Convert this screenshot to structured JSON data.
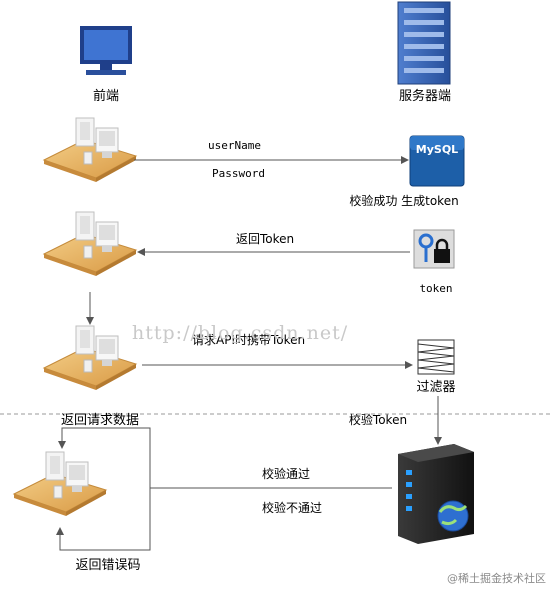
{
  "labels": {
    "frontend": "前端",
    "server": "服务器端",
    "username": "userName",
    "password": "Password",
    "mysql": "MySQL",
    "verify_generate": "校验成功 生成token",
    "return_token": "返回Token",
    "token": "token",
    "request_api": "请求API时携带Token",
    "filter": "过滤器",
    "return_data": "返回请求数据",
    "verify_token": "校验Token",
    "verify_pass": "校验通过",
    "verify_fail": "校验不通过",
    "return_error": "返回错误码"
  },
  "watermark": "http://blog.csdn.net/",
  "footer": "@稀土掘金技术社区",
  "colors": {
    "arrow": "#555555",
    "monitor_blue": "#2f5fb3",
    "server_blue": "#3b67b8",
    "desk_orange": "#e8b466",
    "mysql_blue": "#1d5fa8",
    "dashed_line": "#9a9a9a"
  }
}
